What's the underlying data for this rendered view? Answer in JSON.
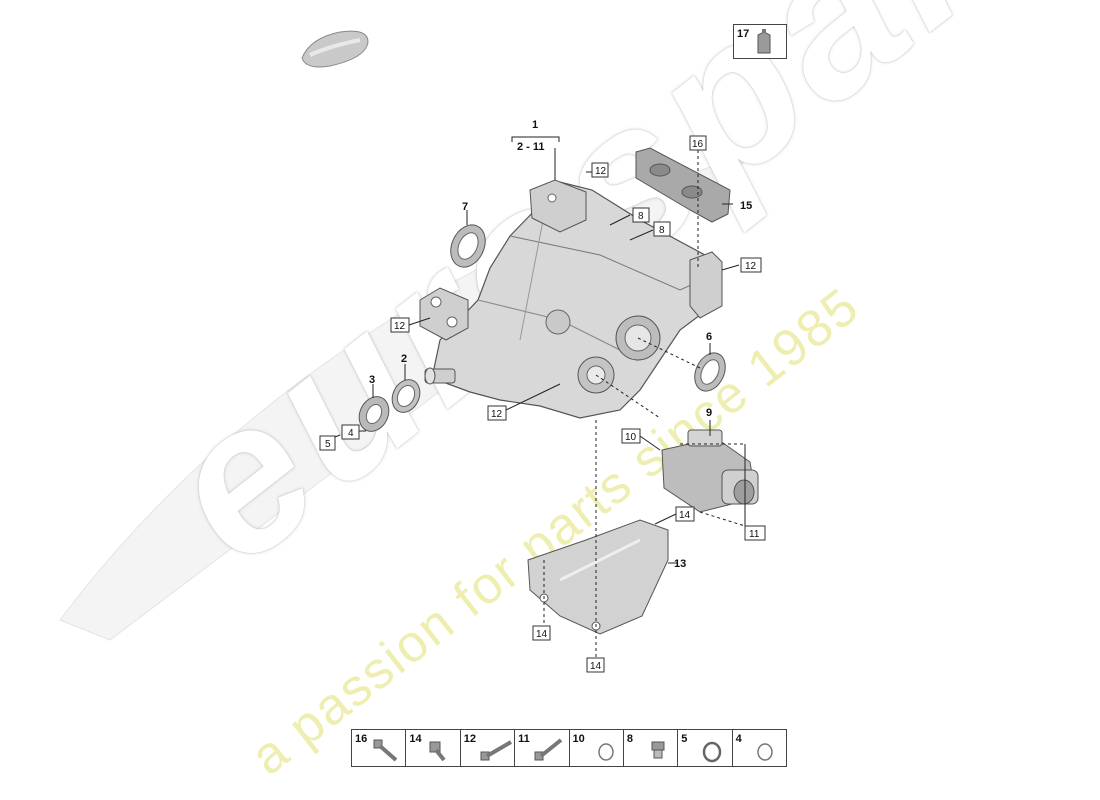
{
  "watermark": {
    "brand": "eurospares",
    "tagline": "a passion for parts since 1985"
  },
  "header_group": {
    "number": "1",
    "range": "2 - 11"
  },
  "callouts": {
    "c7": "7",
    "c2": "2",
    "c3": "3",
    "c4": "4",
    "c5": "5",
    "c6": "6",
    "c9": "9",
    "c13": "13",
    "c15": "15",
    "b12_top": "12",
    "b12_left": "12",
    "b12_right": "12",
    "b12_bottom": "12",
    "b8_a": "8",
    "b8_b": "8",
    "b16": "16",
    "b10": "10",
    "b11": "11",
    "b14_a": "14",
    "b14_b": "14",
    "b14_c": "14"
  },
  "box17": {
    "number": "17"
  },
  "legend": [
    {
      "number": "16",
      "icon": "long-bolt-icon"
    },
    {
      "number": "14",
      "icon": "short-bolt-icon"
    },
    {
      "number": "12",
      "icon": "long-bolt-icon"
    },
    {
      "number": "11",
      "icon": "long-bolt-icon"
    },
    {
      "number": "10",
      "icon": "o-ring-icon"
    },
    {
      "number": "8",
      "icon": "plug-icon"
    },
    {
      "number": "5",
      "icon": "circlip-icon"
    },
    {
      "number": "4",
      "icon": "o-ring-icon"
    }
  ]
}
